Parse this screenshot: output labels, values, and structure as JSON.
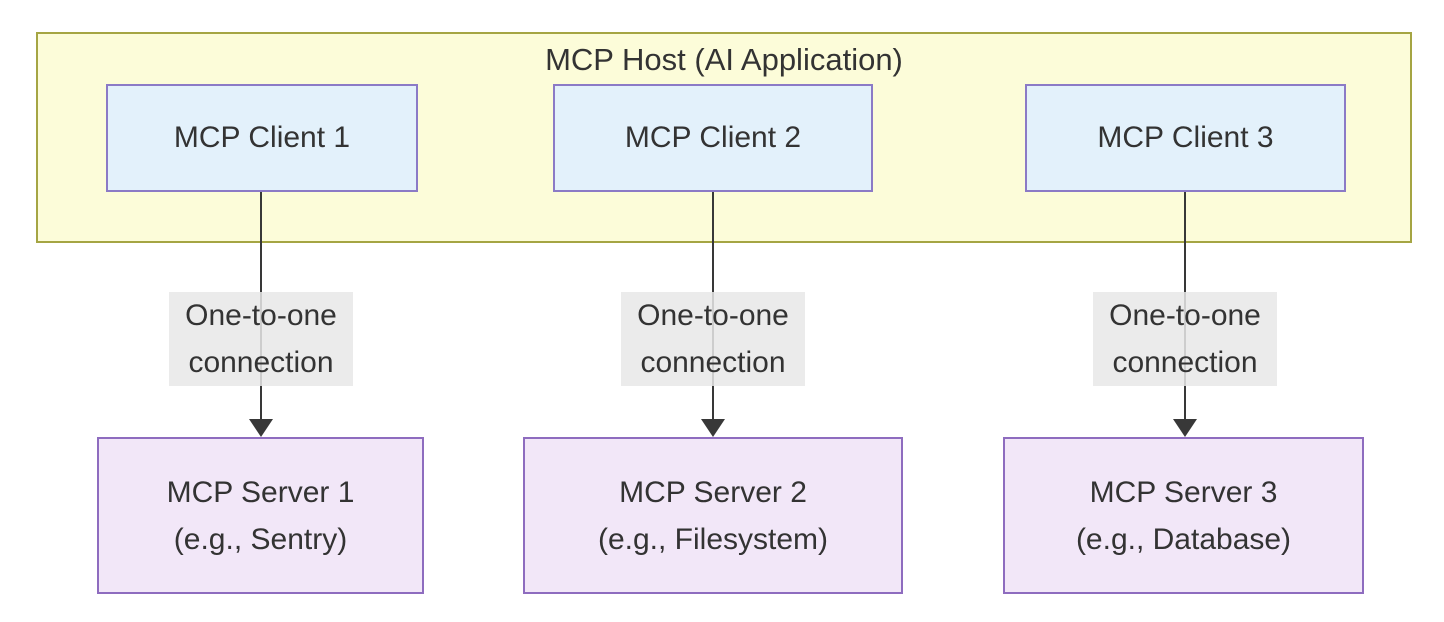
{
  "diagram": {
    "host": {
      "title": "MCP Host (AI Application)"
    },
    "clients": [
      {
        "label": "MCP Client 1"
      },
      {
        "label": "MCP Client 2"
      },
      {
        "label": "MCP Client 3"
      }
    ],
    "connections": [
      {
        "label_line1": "One-to-one",
        "label_line2": "connection"
      },
      {
        "label_line1": "One-to-one",
        "label_line2": "connection"
      },
      {
        "label_line1": "One-to-one",
        "label_line2": "connection"
      }
    ],
    "servers": [
      {
        "name": "MCP Server 1",
        "example": "(e.g., Sentry)"
      },
      {
        "name": "MCP Server 2",
        "example": "(e.g., Filesystem)"
      },
      {
        "name": "MCP Server 3",
        "example": "(e.g., Database)"
      }
    ],
    "colors": {
      "background": "#ffffff",
      "host_fill": "#fcfcd9",
      "host_border": "#a5a543",
      "client_fill": "#e3f1fb",
      "client_border": "#8b7ac6",
      "server_fill": "#f2e7f8",
      "server_border": "#8e6cbf",
      "connection_label_bg": "#e8e8e8",
      "text": "#333333",
      "arrow": "#383838"
    }
  }
}
